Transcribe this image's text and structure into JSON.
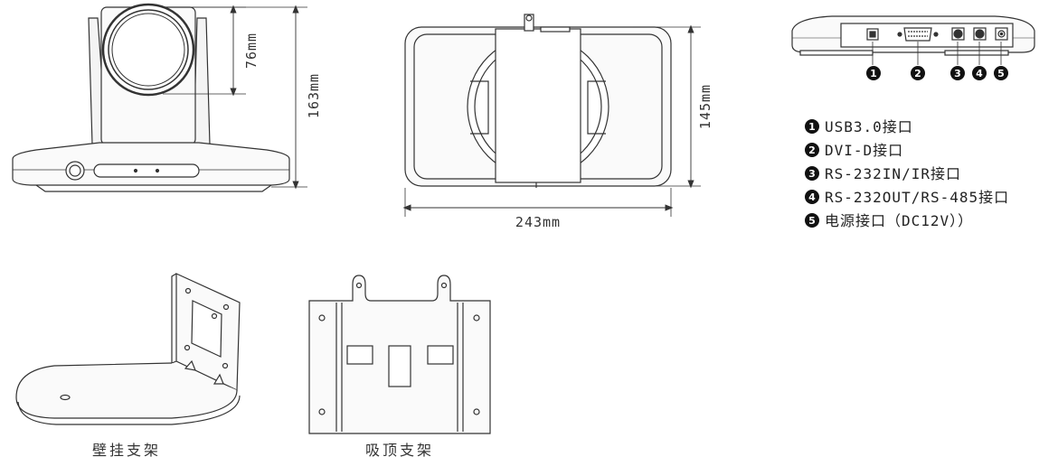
{
  "dimensions": {
    "height_total": "163mm",
    "lens_height": "76mm",
    "top_height": "145mm",
    "width": "243mm"
  },
  "ports": [
    {
      "num": "1",
      "label": "USB3.0接口"
    },
    {
      "num": "2",
      "label": "DVI-D接口"
    },
    {
      "num": "3",
      "label": "RS-232IN/IR接口"
    },
    {
      "num": "4",
      "label": "RS-232OUT/RS-485接口"
    },
    {
      "num": "5",
      "label": "电源接口（DC12V））"
    }
  ],
  "captions": {
    "wall_mount": "壁挂支架",
    "ceiling_mount": "吸顶支架"
  }
}
